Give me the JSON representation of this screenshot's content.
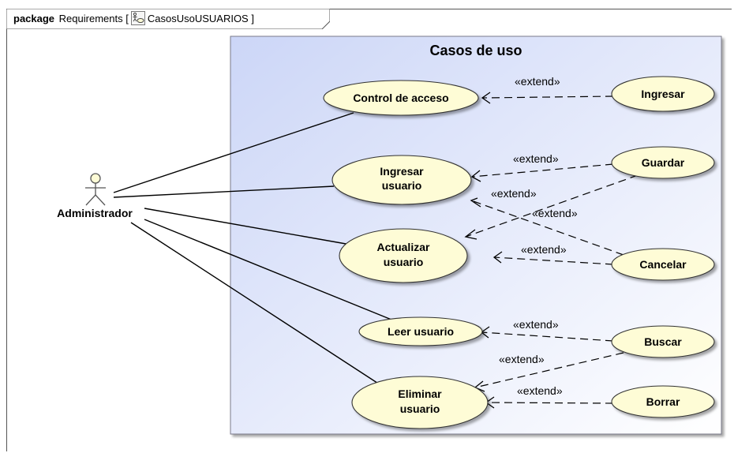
{
  "frame": {
    "keyword": "package",
    "name": "Requirements",
    "diagram_name": "CasosUsoUSUARIOS",
    "icon": "use-case-diagram-icon"
  },
  "boundary": {
    "title": "Casos de uso"
  },
  "actor": {
    "name": "Administrador",
    "icon": "stick-figure-actor-icon"
  },
  "use_cases": {
    "control_acceso": {
      "lines": [
        "Control de acceso"
      ]
    },
    "ingresar_usuario": {
      "lines": [
        "Ingresar",
        "usuario"
      ]
    },
    "actualizar_usuario": {
      "lines": [
        "Actualizar",
        "usuario"
      ]
    },
    "leer_usuario": {
      "lines": [
        "Leer usuario"
      ]
    },
    "eliminar_usuario": {
      "lines": [
        "Eliminar",
        "usuario"
      ]
    },
    "ingresar": {
      "lines": [
        "Ingresar"
      ]
    },
    "guardar": {
      "lines": [
        "Guardar"
      ]
    },
    "cancelar": {
      "lines": [
        "Cancelar"
      ]
    },
    "buscar": {
      "lines": [
        "Buscar"
      ]
    },
    "borrar": {
      "lines": [
        "Borrar"
      ]
    }
  },
  "stereotype": "«extend»",
  "colors": {
    "use_case_fill": "#fefcd6",
    "boundary_fill_start": "#ccd6f7",
    "boundary_fill_end": "#ffffff",
    "line": "#000000"
  }
}
